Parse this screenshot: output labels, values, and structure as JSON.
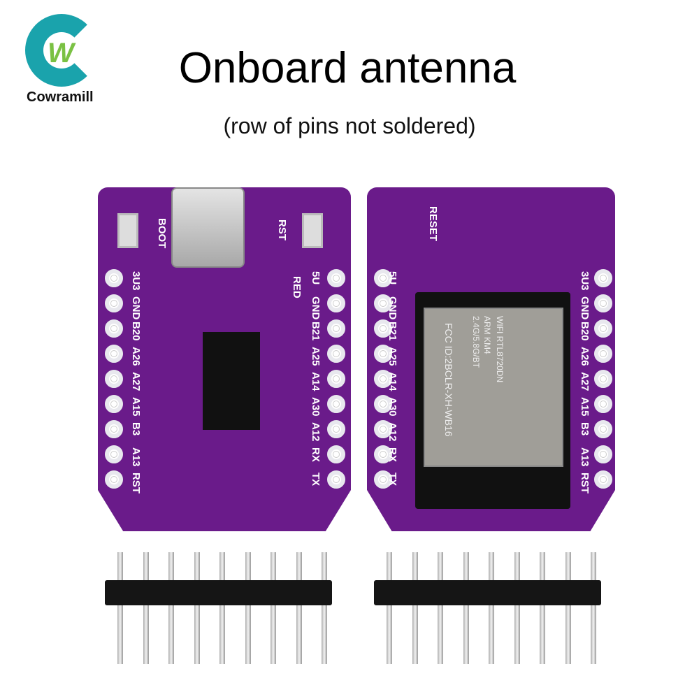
{
  "brand": {
    "name": "Cowramill",
    "colors": {
      "ring": "#1aa3ac",
      "w": "#7ac143"
    }
  },
  "title": "Onboard antenna",
  "subtitle": "(row of pins not soldered)",
  "front_board": {
    "labels": {
      "boot": "BOOT",
      "rst": "RST",
      "red": "RED"
    },
    "left_pins": [
      "3U3",
      "GND",
      "B20",
      "A26",
      "A27",
      "A15",
      "B3",
      "A13",
      "RST"
    ],
    "right_pins": [
      "5U",
      "GND",
      "B21",
      "A25",
      "A14",
      "A30",
      "A12",
      "RX",
      "TX"
    ]
  },
  "back_board": {
    "labels": {
      "reset": "RESET"
    },
    "left_pins": [
      "5U",
      "GND",
      "B21",
      "A25",
      "A14",
      "A30",
      "A12",
      "RX",
      "TX"
    ],
    "right_pins": [
      "3U3",
      "GND",
      "B20",
      "A26",
      "A27",
      "A15",
      "B3",
      "A13",
      "RST"
    ],
    "module_text": [
      "WIFI RTL8720DN",
      "ARM KM4",
      "2.4G/5.8G/BT",
      "FCC ID:2BCLR-XH-WB16"
    ]
  },
  "board_color": "#6a1b8a"
}
